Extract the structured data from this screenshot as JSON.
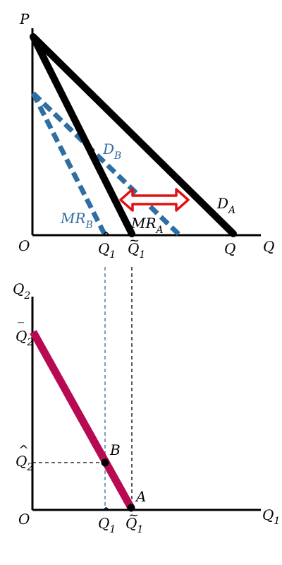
{
  "colors": {
    "demand_a": "#000000",
    "demand_b": "#2f6ea3",
    "arrow": "#e01010",
    "frontier": "#b80a52",
    "dashed_blue": "#2f6ea3",
    "dashed_black": "#000000"
  },
  "top_panel": {
    "y_axis_label": "P",
    "x_axis_label": "Q",
    "origin_label": "O",
    "demand_a_label": {
      "main": "D",
      "sub": "A"
    },
    "demand_b_label": {
      "main": "D",
      "sub": "B"
    },
    "mr_a_label": {
      "main": "MR",
      "sub": "A"
    },
    "mr_b_label": {
      "main": "MR",
      "sub": "B"
    },
    "q_hat_label": {
      "mark": "^",
      "main": "Q",
      "sub": "1"
    },
    "q_tilde_label": {
      "mark": "~",
      "main": "Q",
      "sub": "1"
    },
    "q_bar_label": {
      "mark": "‾",
      "main": "Q"
    },
    "arrow_icon": "double-headed-arrow-icon"
  },
  "bottom_panel": {
    "y_axis_label": {
      "main": "Q",
      "sub": "2"
    },
    "x_axis_label": {
      "main": "Q",
      "sub": "1"
    },
    "origin_label": "O",
    "q2_bar_label": {
      "mark": "‾",
      "main": "Q",
      "sub": "2"
    },
    "q2_hat_label": {
      "mark": "^",
      "main": "Q",
      "sub": "2"
    },
    "q1_hat_label": {
      "mark": "^",
      "main": "Q",
      "sub": "1"
    },
    "q1_tilde_label": {
      "mark": "~",
      "main": "Q",
      "sub": "1"
    },
    "point_a_label": "A",
    "point_b_label": "B"
  }
}
